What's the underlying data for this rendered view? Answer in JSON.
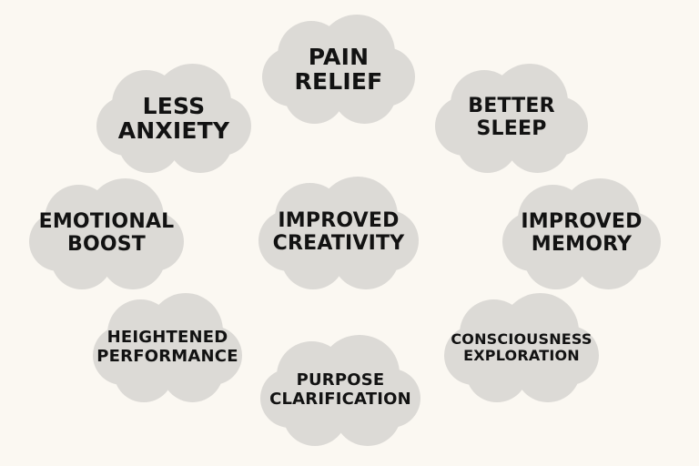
{
  "diagram": {
    "clouds": [
      {
        "id": "pain-relief",
        "lines": [
          "PAIN",
          "RELIEF"
        ]
      },
      {
        "id": "less-anxiety",
        "lines": [
          "LESS",
          "ANXIETY"
        ]
      },
      {
        "id": "better-sleep",
        "lines": [
          "BETTER",
          "SLEEP"
        ]
      },
      {
        "id": "emotional-boost",
        "lines": [
          "EMOTIONAL",
          "BOOST"
        ]
      },
      {
        "id": "improved-creativity",
        "lines": [
          "IMPROVED",
          "CREATIVITY"
        ]
      },
      {
        "id": "improved-memory",
        "lines": [
          "IMPROVED",
          "MEMORY"
        ]
      },
      {
        "id": "heightened-performance",
        "lines": [
          "HEIGHTENED",
          "PERFORMANCE"
        ]
      },
      {
        "id": "purpose-clarification",
        "lines": [
          "PURPOSE",
          "CLARIFICATION"
        ]
      },
      {
        "id": "consciousness-exploration",
        "lines": [
          "CONSCIOUSNESS",
          "EXPLORATION"
        ]
      }
    ],
    "colors": {
      "background": "#fbf8f2",
      "cloud": "#dcdad6",
      "text": "#121212"
    }
  }
}
